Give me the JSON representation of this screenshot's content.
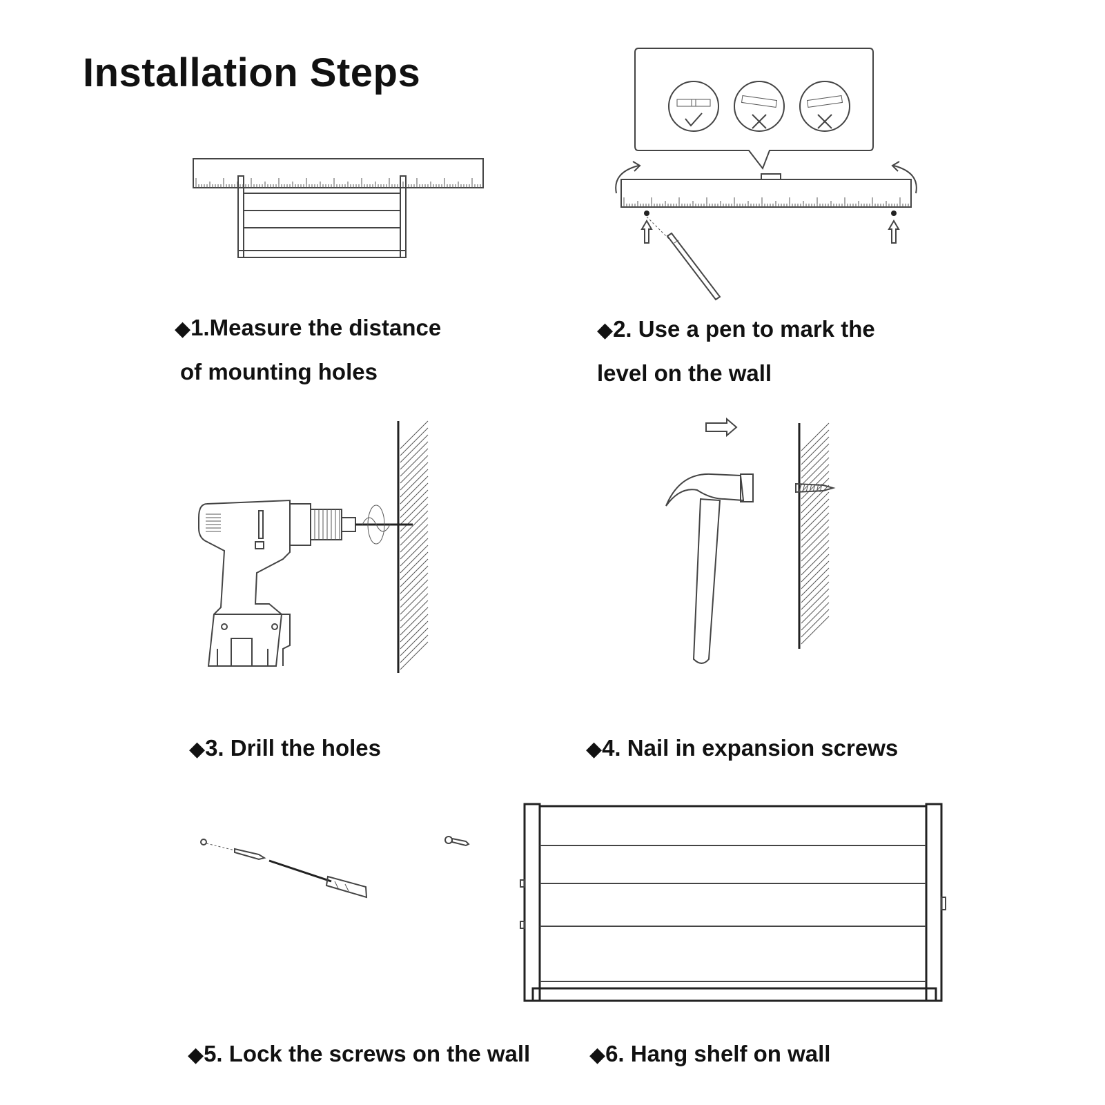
{
  "title": "Installation Steps",
  "bullet": "◆",
  "steps": [
    {
      "lines": [
        "1.Measure the distance",
        "of mounting holes"
      ]
    },
    {
      "lines": [
        "2. Use a pen to mark the",
        "level on the wall"
      ]
    },
    {
      "lines": [
        "3. Drill the holes"
      ]
    },
    {
      "lines": [
        "4. Nail in expansion screws"
      ]
    },
    {
      "lines": [
        "5. Lock the screws on the wall"
      ]
    },
    {
      "lines": [
        "6. Hang shelf on wall"
      ]
    }
  ],
  "icons": [
    "ruler-icon",
    "shelf-icon",
    "level-icon",
    "pen-icon",
    "drill-icon",
    "wall-icon",
    "hammer-icon",
    "screw-icon",
    "screwdriver-icon",
    "check-icon",
    "cross-icon",
    "arrow-icon"
  ]
}
